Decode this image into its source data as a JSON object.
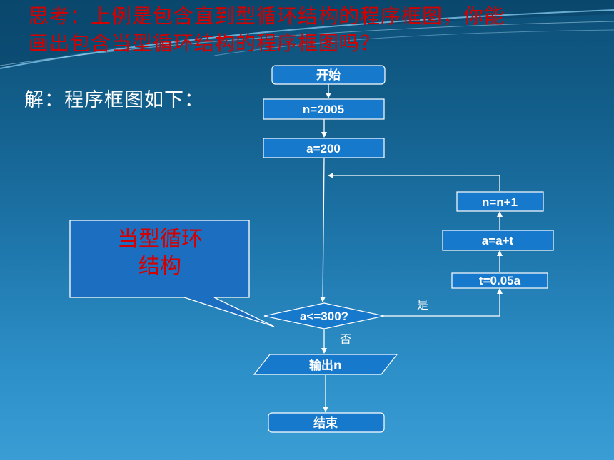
{
  "title": {
    "line1": "思考：上例是包含直到型循环结构的程序框图，你能",
    "line2": "画出包含当型循环结构的程序框图吗？"
  },
  "answer_label": "解：程序框图如下：",
  "flowchart": {
    "start": "开始",
    "init_n": "n=2005",
    "init_a": "a=200",
    "condition": "a<=300?",
    "yes_label": "是",
    "no_label": "否",
    "step_t": "t=0.05a",
    "step_a": "a=a+t",
    "step_n": "n=n+1",
    "output": "输出n",
    "end": "结束"
  },
  "callout": {
    "line1": "当型循环",
    "line2": "结构"
  },
  "colors": {
    "box_fill": "#1679cc",
    "box_stroke": "#ffffff",
    "callout_fill": "#1c6fc0",
    "title_red": "#d40000"
  }
}
